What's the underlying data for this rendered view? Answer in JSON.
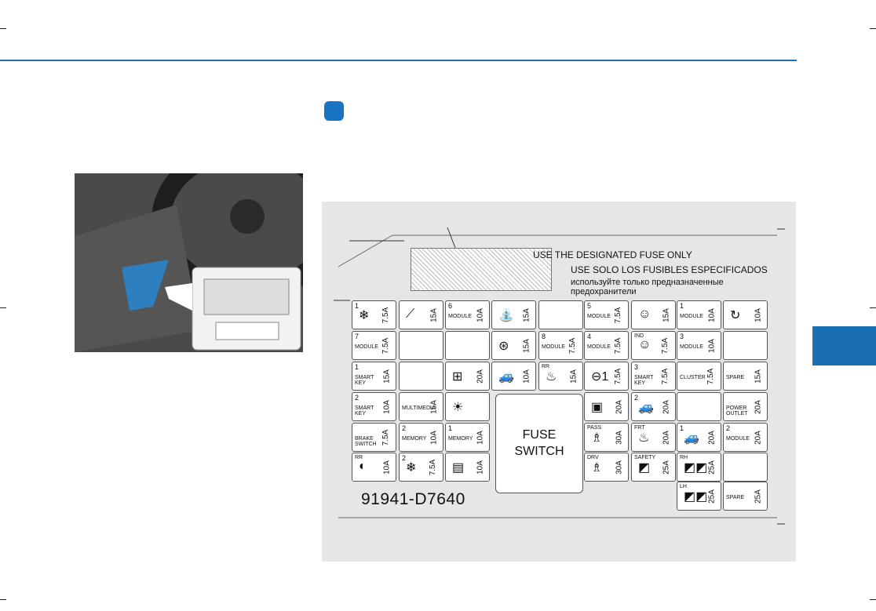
{
  "colors": {
    "accent": "#1f6fb5",
    "callout": "#1a74c4"
  },
  "diagram": {
    "warning_en": "USE THE DESIGNATED FUSE ONLY",
    "warning_es": "USE SOLO LOS FUSIBLES ESPECIFICADOS",
    "warning_ru_1": "используйте только предназначенные",
    "warning_ru_2": "предохранители",
    "part_number": "91941-D7640",
    "fuse_switch_1": "FUSE",
    "fuse_switch_2": "SWITCH",
    "fuses": [
      {
        "n": "1",
        "label": "",
        "amp": "7.5A",
        "icon": "snowflake-icon"
      },
      {
        "n": "",
        "label": "",
        "amp": "15A",
        "icon": "wiper-icon"
      },
      {
        "n": "6",
        "label": "MODULE",
        "amp": "10A",
        "icon": ""
      },
      {
        "n": "",
        "label": "",
        "amp": "15A",
        "icon": "washer-icon"
      },
      {
        "n": "5",
        "label": "MODULE",
        "amp": "7.5A",
        "icon": ""
      },
      {
        "n": "",
        "label": "",
        "amp": "15A",
        "icon": "airbag-icon"
      },
      {
        "n": "1",
        "label": "MODULE",
        "amp": "10A",
        "icon": ""
      },
      {
        "n": "",
        "label": "",
        "amp": "10A",
        "icon": "rotate-icon"
      },
      {
        "n": "7",
        "label": "MODULE",
        "amp": "7.5A",
        "icon": ""
      },
      {
        "n": "",
        "label": "",
        "amp": "15A",
        "icon": "steering-heat-icon"
      },
      {
        "n": "8",
        "label": "MODULE",
        "amp": "7.5A",
        "icon": ""
      },
      {
        "n": "4",
        "label": "MODULE",
        "amp": "7.5A",
        "icon": ""
      },
      {
        "n": "",
        "label": "IND",
        "amp": "7.5A",
        "icon": "airbag-icon"
      },
      {
        "n": "3",
        "label": "MODULE",
        "amp": "10A",
        "icon": ""
      },
      {
        "n": "1",
        "label": "SMART KEY",
        "amp": "15A",
        "icon": ""
      },
      {
        "n": "",
        "label": "",
        "amp": "20A",
        "icon": "awd-icon"
      },
      {
        "n": "",
        "label": "",
        "amp": "10A",
        "icon": "car-icon"
      },
      {
        "n": "",
        "label": "RR",
        "amp": "15A",
        "icon": "seat-heat-icon"
      },
      {
        "n": "",
        "label": "",
        "amp": "7.5A",
        "icon": "steering-1-icon"
      },
      {
        "n": "3",
        "label": "SMART KEY",
        "amp": "7.5A",
        "icon": ""
      },
      {
        "n": "",
        "label": "CLUSTER",
        "amp": "7.5A",
        "icon": ""
      },
      {
        "n": "",
        "label": "SPARE",
        "amp": "15A",
        "icon": ""
      },
      {
        "n": "2",
        "label": "SMART KEY",
        "amp": "10A",
        "icon": ""
      },
      {
        "n": "",
        "label": "MULTIMEDIA",
        "amp": "15A",
        "icon": ""
      },
      {
        "n": "",
        "label": "",
        "amp": "",
        "icon": "room-lamp-icon"
      },
      {
        "n": "",
        "label": "",
        "amp": "20A",
        "icon": "door-lock-icon"
      },
      {
        "n": "2",
        "label": "",
        "amp": "20A",
        "icon": "car-icon"
      },
      {
        "n": "",
        "label": "POWER OUTLET",
        "amp": "20A",
        "icon": ""
      },
      {
        "n": "",
        "label": "BRAKE SWITCH",
        "amp": "7.5A",
        "icon": ""
      },
      {
        "n": "2",
        "label": "MEMORY",
        "amp": "10A",
        "icon": ""
      },
      {
        "n": "1",
        "label": "MEMORY",
        "amp": "10A",
        "icon": ""
      },
      {
        "n": "",
        "label": "PASS",
        "amp": "30A",
        "icon": "seat-icon"
      },
      {
        "n": "",
        "label": "FRT",
        "amp": "20A",
        "icon": "seat-heat-icon"
      },
      {
        "n": "1",
        "label": "",
        "amp": "20A",
        "icon": "car-icon"
      },
      {
        "n": "2",
        "label": "MODULE",
        "amp": "20A",
        "icon": ""
      },
      {
        "n": "",
        "label": "RR",
        "amp": "10A",
        "icon": "fog-lamp-icon"
      },
      {
        "n": "2",
        "label": "",
        "amp": "7.5A",
        "icon": "snowflake-icon"
      },
      {
        "n": "",
        "label": "",
        "amp": "10A",
        "icon": "rear-defrost-icon"
      },
      {
        "n": "",
        "label": "DRV",
        "amp": "30A",
        "icon": "seat-icon"
      },
      {
        "n": "",
        "label": "SAFETY",
        "amp": "25A",
        "icon": "window-icon"
      },
      {
        "n": "",
        "label": "RH",
        "amp": "25A",
        "icon": "windows-icon"
      },
      {
        "n": "",
        "label": "LH",
        "amp": "25A",
        "icon": "windows-icon"
      },
      {
        "n": "",
        "label": "SPARE",
        "amp": "25A",
        "icon": ""
      }
    ]
  }
}
